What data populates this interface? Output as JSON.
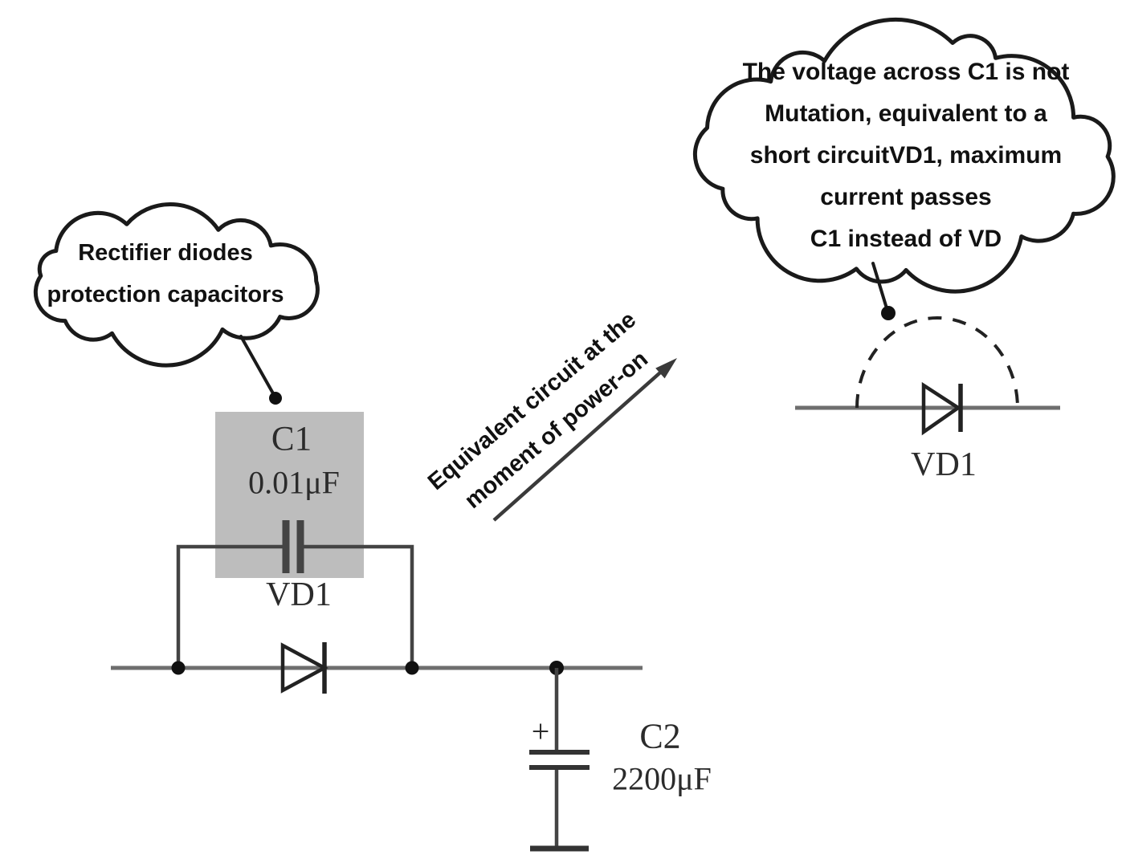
{
  "figure": {
    "type": "circuit-diagram",
    "background": "#ffffff"
  },
  "callouts": {
    "left_cloud": {
      "lines": [
        "Rectifier diodes",
        "protection capacitors"
      ]
    },
    "right_cloud": {
      "lines": [
        "The voltage across C1 is not",
        "Mutation, equivalent to a",
        "short circuitVD1, maximum",
        "current passes",
        "C1 instead of VD"
      ]
    }
  },
  "arrow_label": {
    "lines": [
      "Equivalent circuit at the",
      "moment of power-on"
    ]
  },
  "components": {
    "c1": {
      "ref": "C1",
      "value": "0.01μF"
    },
    "vd1_left": {
      "ref": "VD1"
    },
    "c2": {
      "ref": "C2",
      "value": "2200μF",
      "polarity": "+"
    },
    "vd1_right": {
      "ref": "VD1"
    }
  },
  "colors": {
    "wire": "#6e6e6e",
    "branch_wire": "#444444",
    "symbol": "#222222",
    "junction_dot": "#111111",
    "highlight_box": "#bdbdbd",
    "cloud_outline": "#1a1a1a",
    "label_text": "#2b2b2b",
    "callout_text": "#111111"
  }
}
